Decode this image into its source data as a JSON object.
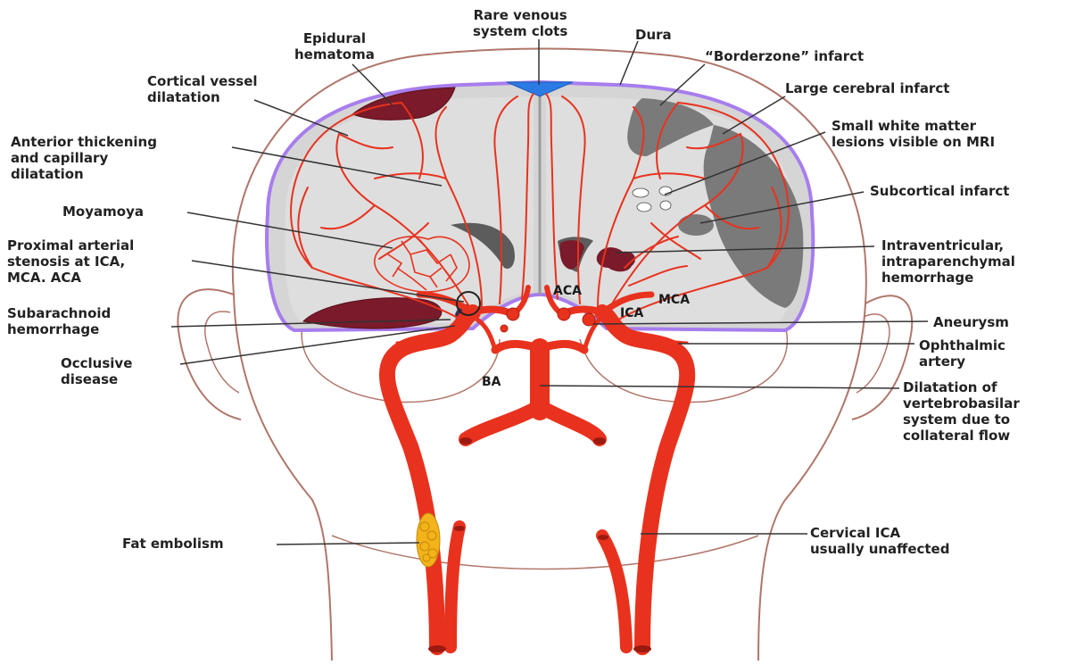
{
  "colors": {
    "artery": "#e8321e",
    "artery_dark": "#b01e10",
    "skin_outline": "#b0766a",
    "brain_fill": "#d5d5d5",
    "brain_border": "#a77dee",
    "infarct": "#7a7a7a",
    "hemorrhage": "#7a1a2a",
    "venous_clot": "#2c7be5",
    "fat": "#f4b21b",
    "leader": "#333333"
  },
  "labels": {
    "rare_venous": [
      "Rare venous",
      "system clots"
    ],
    "epidural": [
      "Epidural",
      "hematoma"
    ],
    "dura": "Dura",
    "borderzone": "“Borderzone” infarct",
    "large_cerebral": "Large cerebral infarct",
    "cortical_vessel": [
      "Cortical vessel",
      "dilatation"
    ],
    "small_white": [
      "Small white matter",
      "lesions visible on MRI"
    ],
    "anterior_thickening": [
      "Anterior thickening",
      "and capillary",
      "dilatation"
    ],
    "subcortical": "Subcortical infarct",
    "moyamoya": "Moyamoya",
    "intraventricular": [
      "Intraventricular,",
      "intraparenchymal",
      "hemorrhage"
    ],
    "proximal_stenosis": [
      "Proximal arterial",
      "stenosis at ICA,",
      "MCA. ACA"
    ],
    "subarachnoid": [
      "Subarachnoid",
      "hemorrhage"
    ],
    "aneurysm": "Aneurysm",
    "ophthalmic": [
      "Ophthalmic",
      "artery"
    ],
    "occlusive": [
      "Occlusive",
      "disease"
    ],
    "dilatation_vb": [
      "Dilatation of",
      "vertebrobasilar",
      "system due to",
      "collateral flow"
    ],
    "fat_embolism": "Fat embolism",
    "cervical_ica": [
      "Cervical ICA",
      "usually unaffected"
    ]
  },
  "vessel_labels": {
    "aca": "ACA",
    "mca": "MCA",
    "ica": "ICA",
    "ba": "BA"
  }
}
